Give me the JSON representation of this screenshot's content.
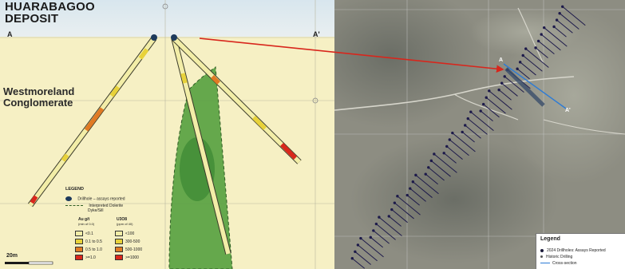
{
  "section": {
    "title_line1": "HUARABAGOO",
    "title_line2": "DEPOSIT",
    "formation_line1": "Westmoreland",
    "formation_line2": "Conglomerate",
    "section_start": "A",
    "section_end": "A'",
    "scale_bar": "20m",
    "legend": {
      "heading": "LEGEND",
      "drillhole": "Drillhole – assays reported",
      "dolerite_line1": "Interpreted Dolerite",
      "dolerite_line2": "Dyke/Sill",
      "au_heading": "Au g/t",
      "au_sub": "(min of 0.0)",
      "u_heading": "U3O8",
      "u_sub": "(ppm of 40)",
      "au_classes": [
        "<0.1",
        "0.1 to 0.5",
        "0.5 to 1.0",
        ">=1.0"
      ],
      "u_classes": [
        "<100",
        "300-500",
        "500-1000",
        ">=1000"
      ]
    },
    "colors": {
      "host_rock": "#f6f0c4",
      "dolerite": "#4f9a3a",
      "drillhole_fill": "#f2eda7",
      "grade_low": "#f2eda7",
      "grade_mid": "#e8d23a",
      "grade_high": "#e07a24",
      "grade_top": "#d9281c"
    }
  },
  "map": {
    "section_start": "A",
    "section_end": "A'",
    "legend": {
      "heading": "Legend",
      "item1": "2024 Drillholes: Assays Reported",
      "item2": "Historic Drilling",
      "item3": "Cross-section"
    },
    "colors": {
      "ground": "#8a8a7f",
      "drill_traces": "#1d1a4a",
      "pointer": "#d8261c"
    }
  }
}
